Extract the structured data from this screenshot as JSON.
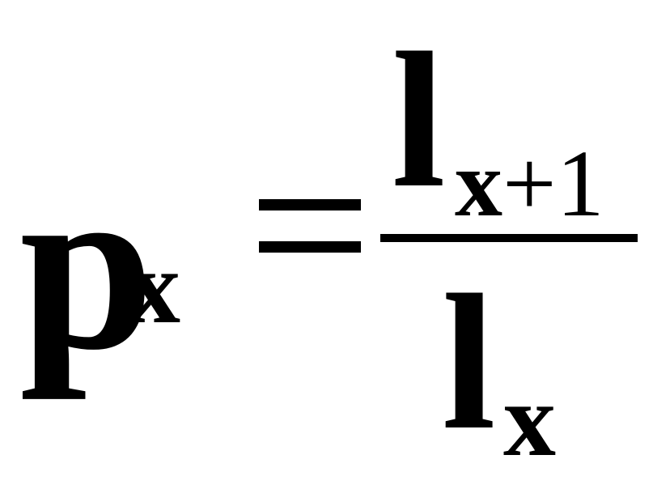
{
  "formula": {
    "lhs": {
      "base": "p",
      "subscript": "x"
    },
    "relation": "=",
    "numerator": {
      "base": "l",
      "subscript_var": "x",
      "subscript_op": "+",
      "subscript_num": "1"
    },
    "denominator": {
      "base": "l",
      "subscript": "x"
    }
  }
}
